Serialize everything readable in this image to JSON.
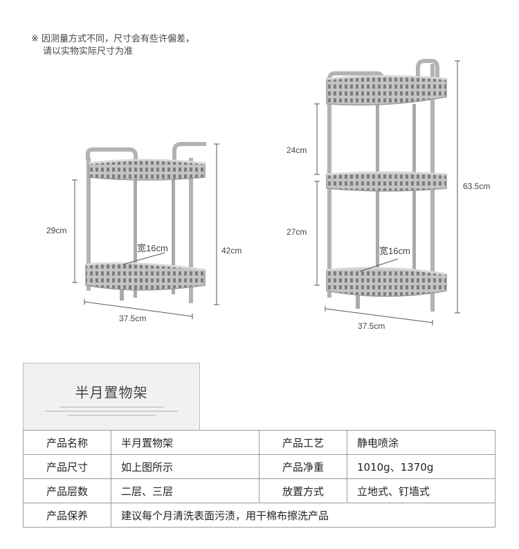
{
  "note": {
    "line1": "※ 因测量方式不同，尺寸会有些许偏差，",
    "line2": "请以实物实际尺寸为准"
  },
  "dims_small": {
    "height_shelf": "29cm",
    "depth": "宽16cm",
    "height_total": "42cm",
    "width": "37.5cm"
  },
  "dims_large": {
    "upper_gap": "24cm",
    "lower_gap": "27cm",
    "depth": "宽16cm",
    "height_total": "63.5cm",
    "width": "37.5cm"
  },
  "colors": {
    "metal": "#b9b9b9",
    "metal_dark": "#8e8e8e",
    "border": "#999999",
    "title_bg": "#f1f1f1"
  },
  "title": "半月置物架",
  "spec_rows": [
    {
      "k1": "产品名称",
      "v1": "半月置物架",
      "k2": "产品工艺",
      "v2": "静电喷涂"
    },
    {
      "k1": "产品尺寸",
      "v1": "如上图所示",
      "k2": "产品净重",
      "v2": "1010g、1370g"
    },
    {
      "k1": "产品层数",
      "v1": "二层、三层",
      "k2": "放置方式",
      "v2": "立地式、钉墙式"
    }
  ],
  "care": {
    "label": "产品保养",
    "value": "建议每个月清洗表面污渍，用干棉布擦洗产品"
  }
}
